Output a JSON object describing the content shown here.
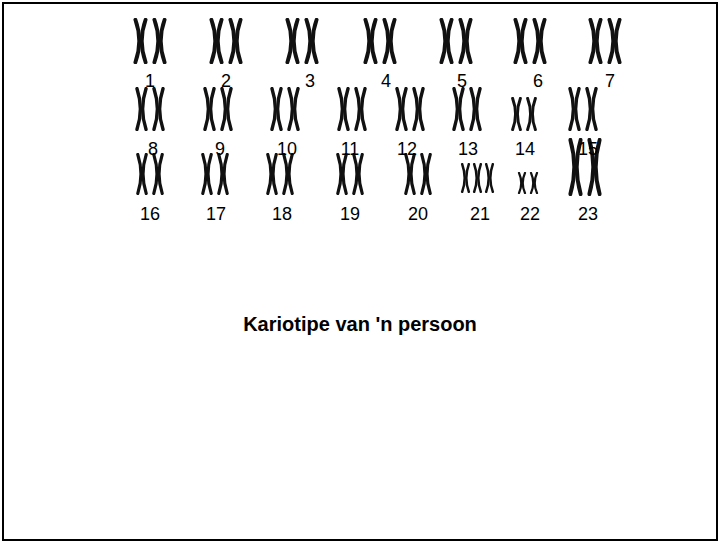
{
  "diagram": {
    "title": "Kariotipe van 'n persoon",
    "labels": [
      "1",
      "2",
      "3",
      "4",
      "5",
      "6",
      "7",
      "8",
      "9",
      "10",
      "11",
      "12",
      "13",
      "14",
      "15",
      "16",
      "17",
      "18",
      "19",
      "20",
      "21",
      "22",
      "23"
    ]
  }
}
